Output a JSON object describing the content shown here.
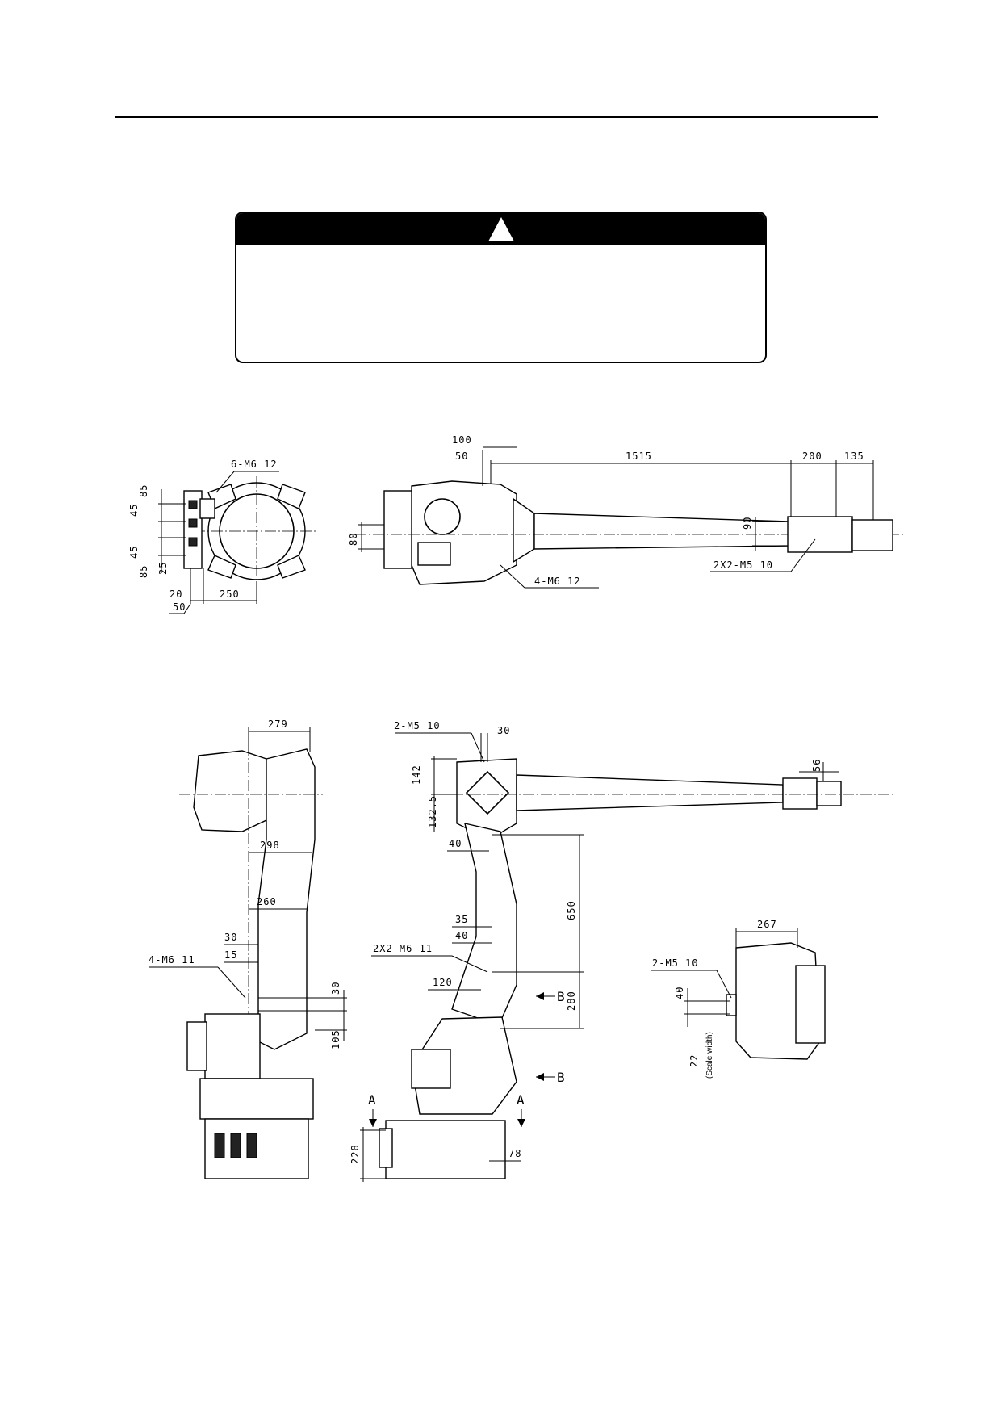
{
  "caution": {
    "text": ""
  },
  "top_left_view": {
    "labels": [
      "6-M6 12",
      "85",
      "45",
      "45",
      "85",
      "25",
      "20",
      "250",
      "50"
    ]
  },
  "top_right_view": {
    "labels": [
      "100",
      "50",
      "1515",
      "200",
      "135",
      "90",
      "80",
      "2X2-M5 10",
      "4-M6 12"
    ]
  },
  "bottom_left_view": {
    "labels": [
      "279",
      "298",
      "260",
      "30",
      "15",
      "4-M6 11",
      "30",
      "105"
    ]
  },
  "bottom_center_view": {
    "labels": [
      "2-M5 10",
      "30",
      "142",
      "132.5",
      "56",
      "40",
      "650",
      "35",
      "40",
      "2X2-M6 11",
      "120",
      "280",
      "B",
      "B",
      "A",
      "A",
      "228",
      "78"
    ]
  },
  "bottom_right_view": {
    "labels": [
      "267",
      "2-M5 10",
      "40",
      "22",
      "(Scale width)"
    ]
  }
}
